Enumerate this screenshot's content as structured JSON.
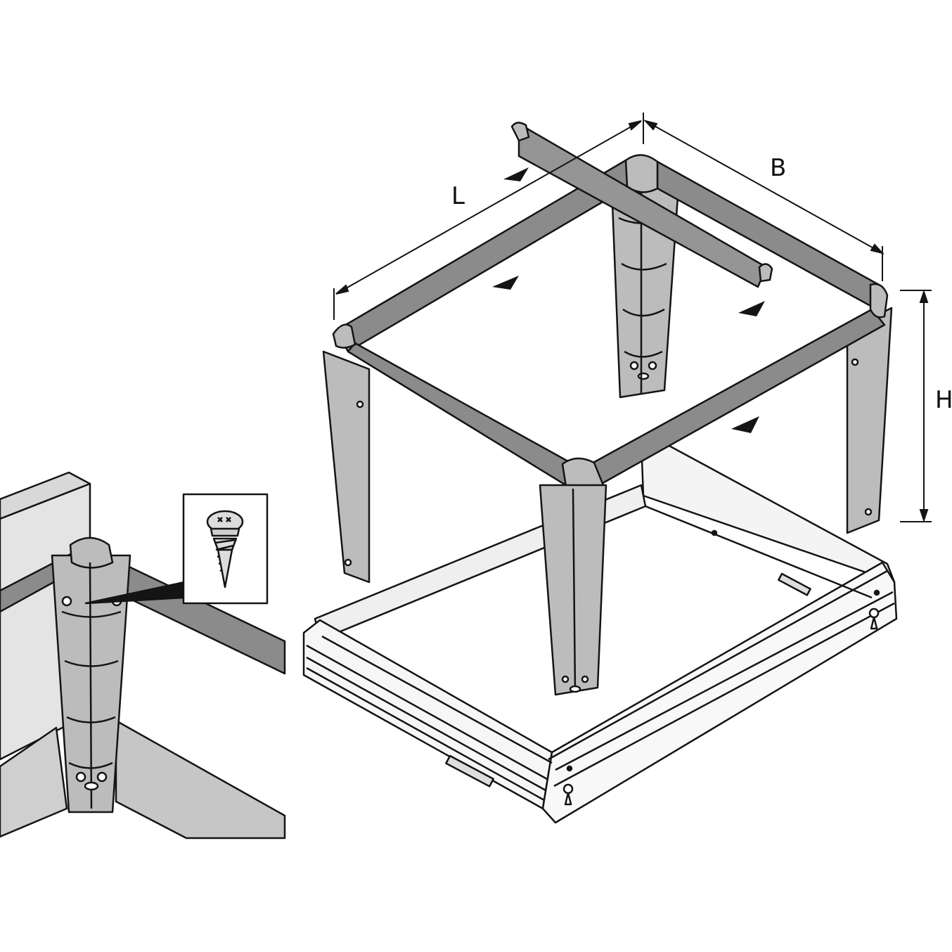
{
  "dimensions": {
    "length_label": "L",
    "width_label": "B",
    "height_label": "H"
  },
  "colors": {
    "frame_fill": "#8b8b8b",
    "leg_fill": "#bcbcbc",
    "line": "#141414",
    "wall_light": "#e4e4e4",
    "wall_shade": "#cfcfcf",
    "drawer_fill": "#f2f2f2"
  },
  "icons": [
    "screw-icon",
    "arrow-marker-icon"
  ]
}
